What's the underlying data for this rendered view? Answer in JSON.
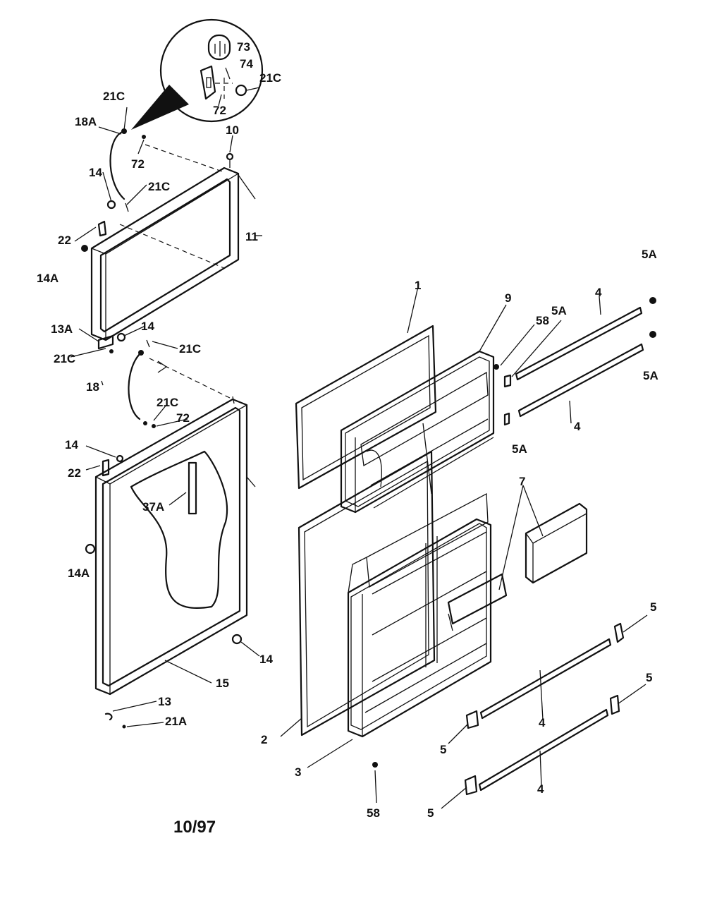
{
  "diagram": {
    "date_code": "10/97",
    "labels": {
      "p73": "73",
      "p74": "74",
      "p21c_inset": "21C",
      "p72_inset": "72",
      "p21c_top": "21C",
      "p18a": "18A",
      "p72_top": "72",
      "p10": "10",
      "p14_top": "14",
      "p21c_mid": "21C",
      "p22_top": "22",
      "p14a_top": "14A",
      "p11": "11",
      "p13a": "13A",
      "p14_mid": "14",
      "p21c_left": "21C",
      "p21c_right": "21C",
      "p18": "18",
      "p21c_lower": "21C",
      "p72_lower": "72",
      "p14_lower": "14",
      "p22_lower": "22",
      "p37a": "37A",
      "p14a_lower": "14A",
      "p14_bottom": "14",
      "p15": "15",
      "p13": "13",
      "p21a": "21A",
      "p1": "1",
      "p9": "9",
      "p58_top": "58",
      "p5a_a": "5A",
      "p4_top": "4",
      "p5a_b": "5A",
      "p5a_c": "5A",
      "p4_mid": "4",
      "p5a_d": "5A",
      "p7": "7",
      "p5_a": "5",
      "p5_b": "5",
      "p4_low": "4",
      "p5_c": "5",
      "p2": "2",
      "p3": "3",
      "p4_bottom": "4",
      "p5_d": "5",
      "p58_bottom": "58"
    }
  }
}
